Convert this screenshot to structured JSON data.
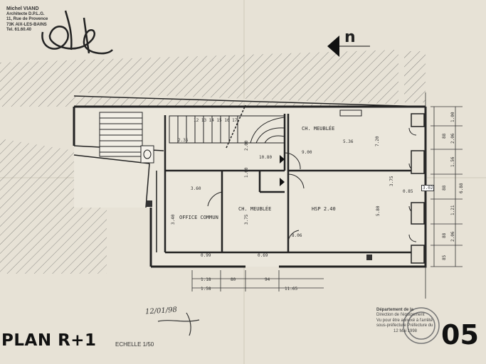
{
  "architect": {
    "name": "Michel VIAND",
    "title": "Architecte D.P.L.G.",
    "address": "11, Rue de Provence",
    "city": "73K AIX-LES-BAINS",
    "phone": "Tel. 61.60.40"
  },
  "north_label": "n",
  "plan": {
    "title": "PLAN R+1",
    "scale": "ECHELLE 1/50",
    "sheet_number": "05",
    "handwritten_date": "12/01/98"
  },
  "rooms": {
    "office": "OFFICE COMMUN",
    "ch_meublee_top": "CH. MEUBLÉE",
    "ch_meublee_mid": "CH. MEUBLÉE",
    "hsp": "HSP 2.40"
  },
  "dimensions": {
    "d_235": "2.35",
    "d_1214": "12 13 14 15 16 17",
    "d_900": "9.00",
    "d_1080": "10.80",
    "d_536": "5.36",
    "d_720": "7.20",
    "d_580": "5.80",
    "d_375": "3.75",
    "d_340": "3.40",
    "d_806": "8.06",
    "d_375b": "3.75",
    "d_360": "3.60",
    "d_0365": "0.85",
    "d_302": "3.02",
    "d_099": "0.99",
    "d_069": "0.69",
    "d_1180": "1.18",
    "d_158": "1.58",
    "d_80": "80",
    "d_94": "94",
    "d_1165": "11.65",
    "r_100": "1.00",
    "r_88": "88",
    "r_206": "2.06",
    "r_156": "1.56",
    "r_88b": "88",
    "r_688": "6.88",
    "r_121": "1.21",
    "r_88c": "88",
    "r_206b": "2.06",
    "r_85": "85",
    "d_200": "2.00",
    "d_160": "1.60"
  },
  "stamp": {
    "line1": "Département de la",
    "line2": "Direction de l'équipement",
    "line3": "Vu pour être annexé à l'arrêté",
    "line4": "sous-préfecture Préfecture du",
    "line5": "12 Mai 1998"
  }
}
